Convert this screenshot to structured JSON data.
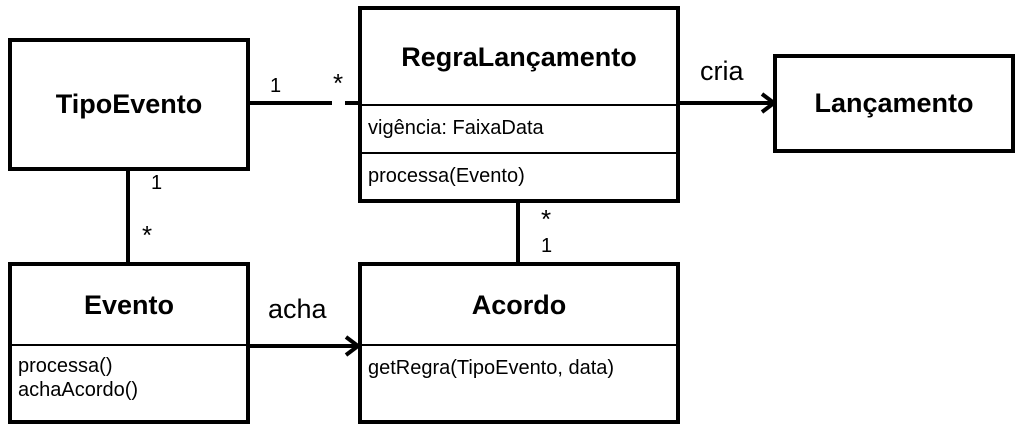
{
  "classes": {
    "tipo_evento": {
      "name": "TipoEvento"
    },
    "regra_lancamento": {
      "name": "RegraLançamento",
      "attribute": "vigência: FaixaData",
      "operation": "processa(Evento)"
    },
    "lancamento": {
      "name": "Lançamento"
    },
    "evento": {
      "name": "Evento",
      "operations": [
        "processa()",
        "achaAcordo()"
      ]
    },
    "acordo": {
      "name": "Acordo",
      "operation": "getRegra(TipoEvento, data)"
    }
  },
  "associations": {
    "tipo_regra": {
      "left_mult": "1",
      "right_mult": "*"
    },
    "regra_lancamento": {
      "label": "cria"
    },
    "tipo_evento": {
      "top_mult": "1",
      "bottom_mult": "*"
    },
    "regra_acordo": {
      "top_mult": "*",
      "bottom_mult": "1"
    },
    "evento_acordo": {
      "label": "acha"
    }
  }
}
